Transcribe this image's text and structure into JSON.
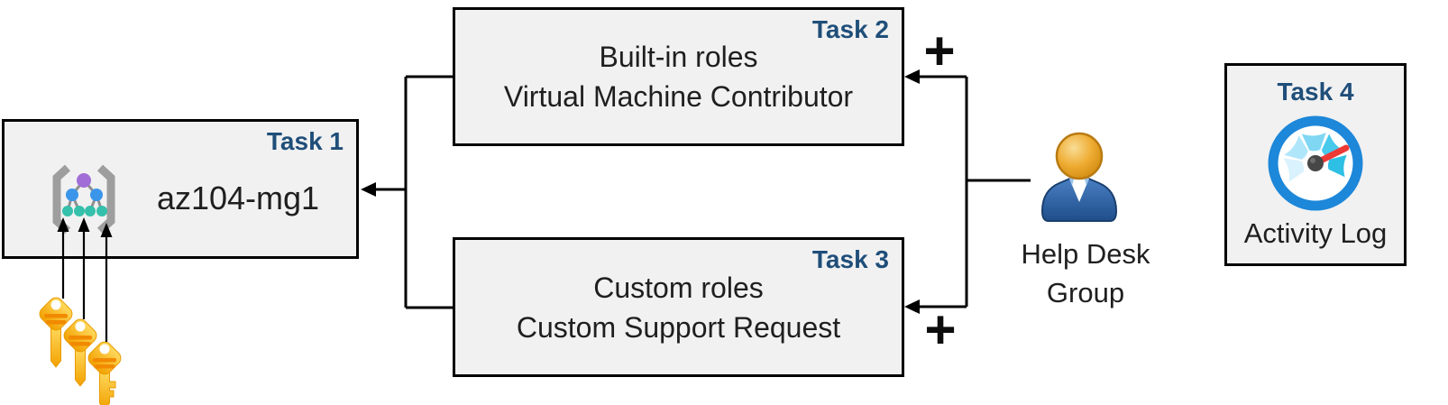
{
  "boxes": {
    "task1": {
      "tag": "Task 1",
      "title": "az104-mg1",
      "icon": "management-group-icon"
    },
    "task2": {
      "tag": "Task 2",
      "line1": "Built-in roles",
      "line2": "Virtual Machine Contributor"
    },
    "task3": {
      "tag": "Task 3",
      "line1": "Custom roles",
      "line2": "Custom Support Request"
    },
    "task4": {
      "tag": "Task 4",
      "caption": "Activity Log",
      "icon": "activity-log-gauge-icon"
    }
  },
  "actors": {
    "help_desk_group": {
      "line1": "Help Desk",
      "line2": "Group",
      "icon": "user-icon"
    },
    "keys": {
      "icon": "key-icon",
      "count": 3
    }
  },
  "symbols": {
    "plus": "+"
  },
  "colors": {
    "task_tag_navy": "#1F4E79",
    "box_fill": "#f1f1f2",
    "box_border": "#000000",
    "body_text": "#1f1f1f",
    "connector_black": "#000000",
    "key_gold_light": "#ffd95e",
    "key_gold_dark": "#f2a100",
    "key_stripe_orange": "#f18a00",
    "person_body_blue": "#2f66ab",
    "person_head_gold": "#eca838",
    "gauge_ring_blue": "#1d87d9",
    "gauge_needle_red": "#ee3a36",
    "mg_node_purple": "#a06ed6",
    "mg_node_blue": "#3b96ea",
    "mg_node_teal": "#35c0ab",
    "mg_bracket_gray": "#9e9e9e"
  }
}
